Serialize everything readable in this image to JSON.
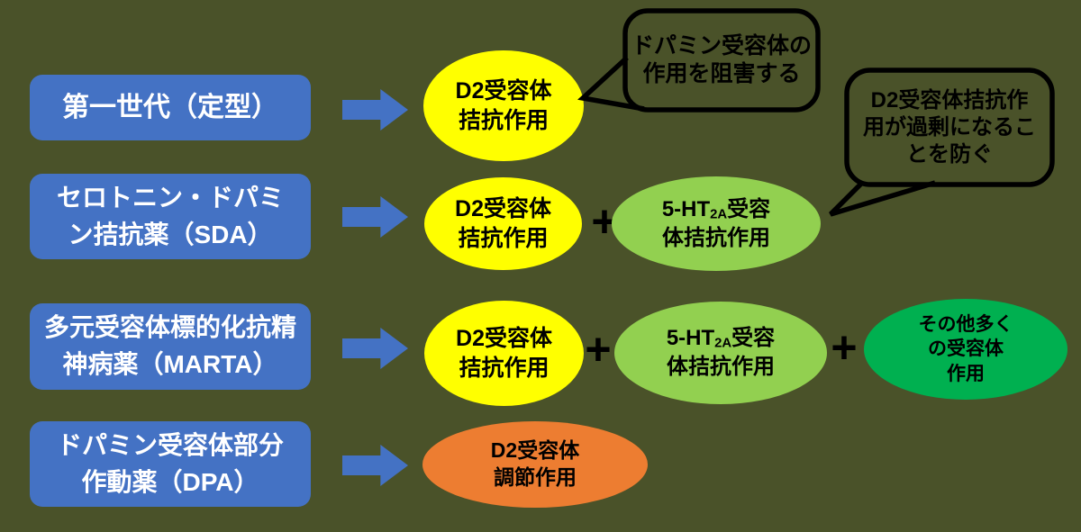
{
  "colors": {
    "background": "#4A5229",
    "box_blue": "#4472C4",
    "ellipse_yellow": "#FFFF00",
    "ellipse_light_green": "#92D050",
    "ellipse_green": "#00B050",
    "ellipse_orange": "#ED7D31",
    "outline_black": "#000000",
    "box_text": "#FFFFFF",
    "ellipse_text": "#000000"
  },
  "rows": [
    {
      "label_lines": [
        "第一世代（定型）"
      ]
    },
    {
      "label_lines": [
        "セロトニン・ドパミ",
        "ン拮抗薬（SDA）"
      ]
    },
    {
      "label_lines": [
        "多元受容体標的化抗精",
        "神病薬（MARTA）"
      ]
    },
    {
      "label_lines": [
        "ドパミン受容体部分",
        "作動薬（DPA）"
      ]
    }
  ],
  "ellipses": {
    "d2_antagonist": {
      "line1": "D2受容体",
      "line2": "拮抗作用"
    },
    "ht2a_antagonist": {
      "pre": "5-HT",
      "sub": "2A",
      "post": "受容",
      "line2": "体拮抗作用"
    },
    "other_receptors": {
      "line1": "その他多く",
      "line2": "の受容体",
      "line3": "作用"
    },
    "d2_modulator": {
      "line1": "D2受容体",
      "line2": "調節作用"
    }
  },
  "plus_sign": "+",
  "bubbles": [
    {
      "lines": [
        "ドパミン受容体の",
        "作用を阻害する"
      ]
    },
    {
      "lines": [
        "D2受容体拮抗作",
        "用が過剰になるこ",
        "とを防ぐ"
      ]
    }
  ]
}
